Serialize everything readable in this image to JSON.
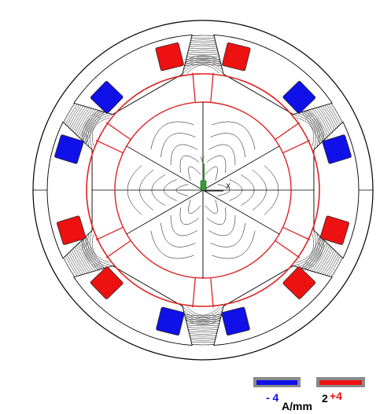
{
  "axes_triad": {
    "y_label": "Y",
    "x_label": "X"
  },
  "legend": {
    "negative_label": "- 4",
    "positive_label": "+4",
    "unit_base": "A/mm",
    "unit_exp": "2"
  },
  "colors": {
    "negative": "#1010e8",
    "positive": "#ee1111",
    "boundary": "#dd2222",
    "flux": "#000000",
    "legend_frame": "#8a8a8a"
  }
}
